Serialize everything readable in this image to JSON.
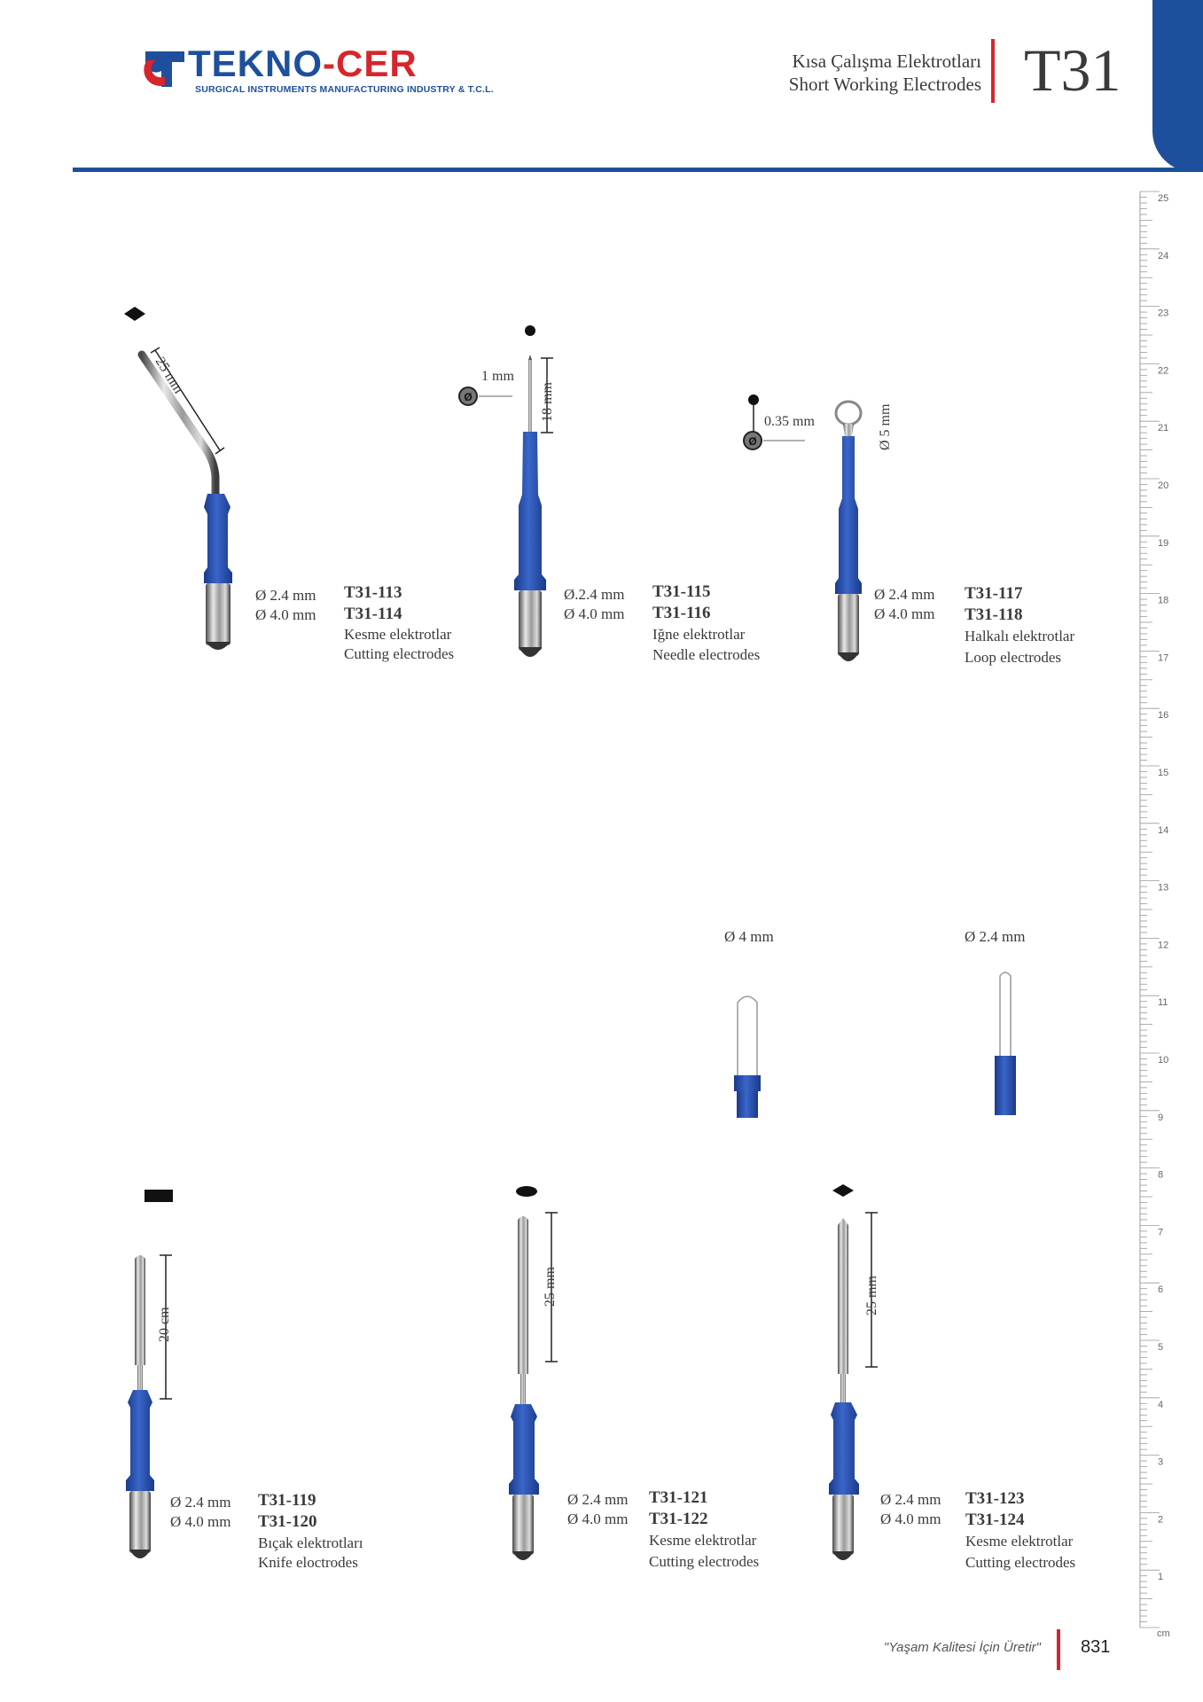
{
  "brand": {
    "name_part1": "TEKNO",
    "name_dash": "-",
    "name_part2": "CER",
    "tagline": "SURGICAL INSTRUMENTS MANUFACTURING INDUSTRY & T.C.L.",
    "colors": {
      "primary": "#1d4f9c",
      "accent": "#d7252c"
    }
  },
  "header": {
    "title_tr": "Kısa Çalışma Elektrotları",
    "title_en": "Short Working Electrodes",
    "section_code": "T31"
  },
  "products": [
    {
      "codes": [
        "T31-113",
        "T31-114"
      ],
      "name_tr": "Kesme elektrotlar",
      "name_en": "Cutting electrodes",
      "diameters": [
        "Ø 2.4 mm",
        "Ø 4.0 mm"
      ],
      "dimension": "25 mm",
      "tip_shape": "diamond"
    },
    {
      "codes": [
        "T31-115",
        "T31-116"
      ],
      "name_tr": "Iğne elektrotlar",
      "name_en": "Needle electrodes",
      "diameters": [
        "Ø.2.4 mm",
        "Ø 4.0 mm"
      ],
      "dimension": "18 mm",
      "tip_diameter": "1 mm",
      "tip_shape": "circle"
    },
    {
      "codes": [
        "T31-117",
        "T31-118"
      ],
      "name_tr": "Halkalı elektrotlar",
      "name_en": "Loop electrodes",
      "diameters": [
        "Ø 2.4 mm",
        "Ø 4.0 mm"
      ],
      "dimension": "Ø 5 mm",
      "tip_diameter": "0.35 mm",
      "tip_shape": "circle"
    },
    {
      "codes": [
        "T31-119",
        "T31-120"
      ],
      "name_tr": "Bıçak elektrotları",
      "name_en": "Knife eloctrodes",
      "diameters": [
        "Ø 2.4 mm",
        "Ø 4.0 mm"
      ],
      "dimension": "20 cm",
      "tip_shape": "rectangle"
    },
    {
      "codes": [
        "T31-121",
        "T31-122"
      ],
      "name_tr": "Kesme elektrotlar",
      "name_en": "Cutting electrodes",
      "diameters": [
        "Ø 2.4 mm",
        "Ø 4.0 mm"
      ],
      "dimension": "25 mm",
      "tip_shape": "ellipse"
    },
    {
      "codes": [
        "T31-123",
        "T31-124"
      ],
      "name_tr": "Kesme elektrotlar",
      "name_en": "Cutting electrodes",
      "diameters": [
        "Ø 2.4 mm",
        "Ø 4.0 mm"
      ],
      "dimension": "25 mm",
      "tip_shape": "diamond"
    }
  ],
  "connectors": [
    {
      "label": "Ø 4 mm"
    },
    {
      "label": "Ø 2.4 mm"
    }
  ],
  "symbols": {
    "diameter": "Ø"
  },
  "ruler": {
    "unit": "cm",
    "numbers": [
      "25",
      "24",
      "23",
      "22",
      "21",
      "20",
      "19",
      "18",
      "17",
      "16",
      "15",
      "14",
      "13",
      "12",
      "11",
      "10",
      "9",
      "8",
      "7",
      "6",
      "5",
      "4",
      "3",
      "2",
      "1"
    ]
  },
  "footer": {
    "quote": "\"Yaşam Kalitesi İçin Üretir\"",
    "page_number": "831"
  }
}
